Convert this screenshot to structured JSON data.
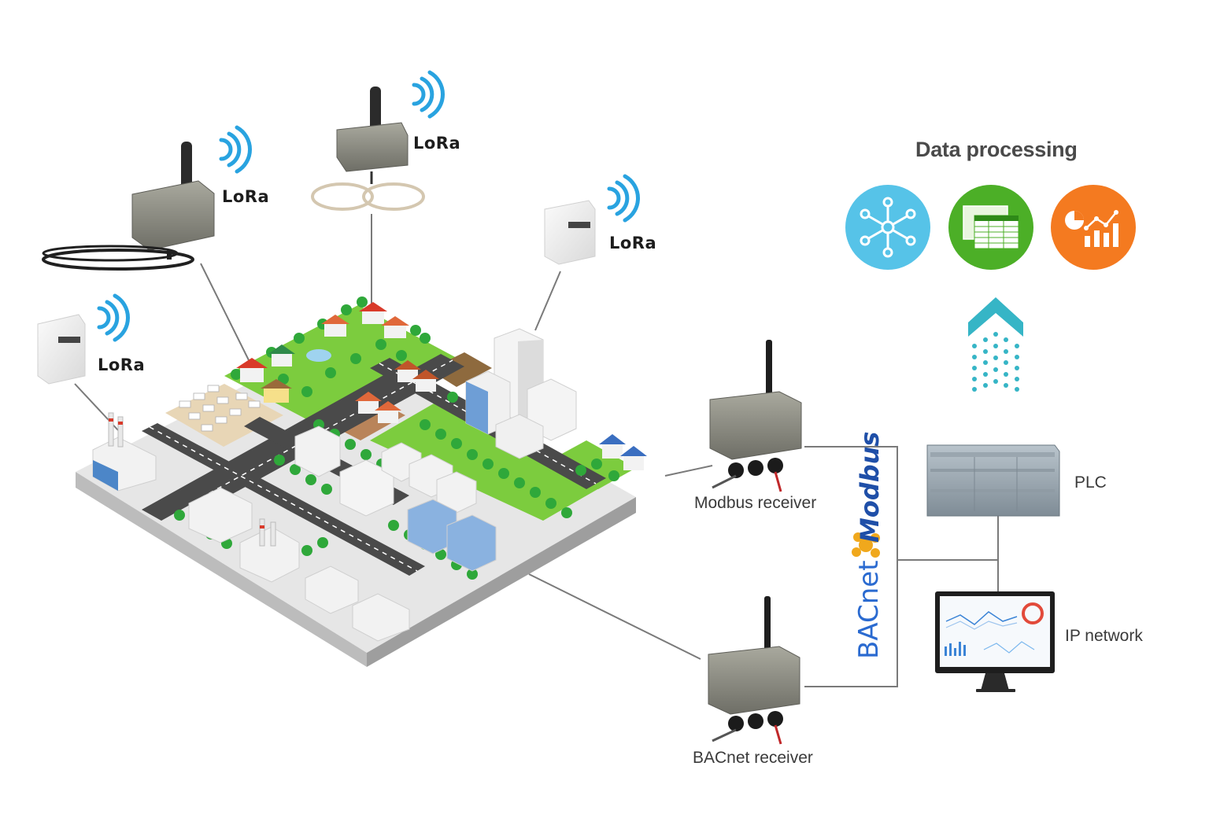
{
  "title": "Data processing",
  "lora_label": "LoRa",
  "receivers": {
    "modbus": "Modbus receiver",
    "bacnet": "BACnet receiver"
  },
  "protocols": {
    "modbus": "Modbus",
    "bacnet": "BACnet"
  },
  "devices": {
    "plc": "PLC",
    "ip_network": "IP network"
  },
  "icons": {
    "network": "network-icon",
    "spreadsheet": "spreadsheet-icon",
    "analytics": "analytics-icon"
  },
  "colors": {
    "network": "#56c3e8",
    "spreadsheet": "#4caf27",
    "analytics": "#f47a20",
    "arrow": "#36b5c6",
    "lines": "#7a7a7a"
  }
}
